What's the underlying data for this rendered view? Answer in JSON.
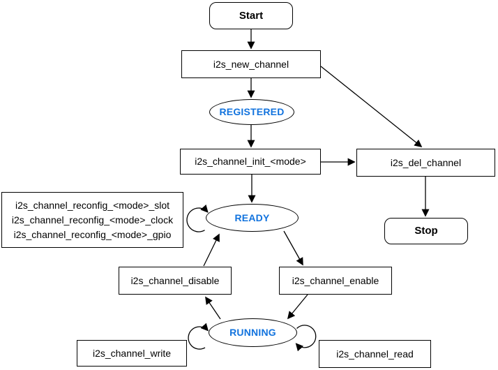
{
  "colors": {
    "node_fill": "#FFFFFF",
    "node_border": "#000000",
    "edge_line": "#000000",
    "state_text": "#1273DE",
    "label_text": "#000000"
  },
  "nodes": {
    "start": {
      "label": "Start",
      "shape": "rounded"
    },
    "new_channel": {
      "label": "i2s_new_channel",
      "shape": "rect"
    },
    "registered": {
      "label": "REGISTERED",
      "shape": "ellipse"
    },
    "init": {
      "label": "i2s_channel_init_<mode>",
      "shape": "rect"
    },
    "del_channel": {
      "label": "i2s_del_channel",
      "shape": "rect"
    },
    "stop": {
      "label": "Stop",
      "shape": "rounded"
    },
    "ready": {
      "label": "READY",
      "shape": "ellipse"
    },
    "reconfig": {
      "shape": "rect",
      "lines": [
        "i2s_channel_reconfig_<mode>_slot",
        "i2s_channel_reconfig_<mode>_clock",
        "i2s_channel_reconfig_<mode>_gpio"
      ]
    },
    "disable": {
      "label": "i2s_channel_disable",
      "shape": "rect"
    },
    "enable": {
      "label": "i2s_channel_enable",
      "shape": "rect"
    },
    "running": {
      "label": "RUNNING",
      "shape": "ellipse"
    },
    "write": {
      "label": "i2s_channel_write",
      "shape": "rect"
    },
    "read": {
      "label": "i2s_channel_read",
      "shape": "rect"
    }
  },
  "edges": [
    {
      "from": "start",
      "to": "new_channel"
    },
    {
      "from": "new_channel",
      "to": "registered"
    },
    {
      "from": "new_channel",
      "to": "del_channel"
    },
    {
      "from": "registered",
      "to": "init"
    },
    {
      "from": "init",
      "to": "ready"
    },
    {
      "from": "init",
      "to": "del_channel"
    },
    {
      "from": "del_channel",
      "to": "stop"
    },
    {
      "from": "ready",
      "to": "ready",
      "note": "self-loop (reconfig calls)"
    },
    {
      "from": "ready",
      "to": "enable"
    },
    {
      "from": "enable",
      "to": "running"
    },
    {
      "from": "running",
      "to": "disable"
    },
    {
      "from": "disable",
      "to": "ready"
    },
    {
      "from": "running",
      "to": "running",
      "note": "self-loop left (i2s_channel_write)"
    },
    {
      "from": "running",
      "to": "running",
      "note": "self-loop right (i2s_channel_read)"
    }
  ]
}
